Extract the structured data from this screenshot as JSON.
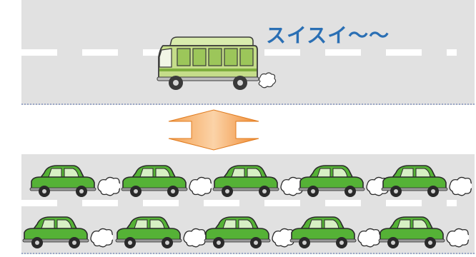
{
  "top_road": {
    "tagline": "スイスイ〜〜",
    "tagline_color": "#2a6fb4",
    "vehicle": "bus-icon"
  },
  "bottom_road": {
    "vehicle": "car-icon",
    "rows": 2,
    "cars_per_row": 5
  },
  "connector": "double-arrow-icon",
  "colors": {
    "road": "#e1e1e1",
    "bus_body": "#c5dd8a",
    "car_body": "#55b236",
    "arrow": "#f08a30"
  }
}
